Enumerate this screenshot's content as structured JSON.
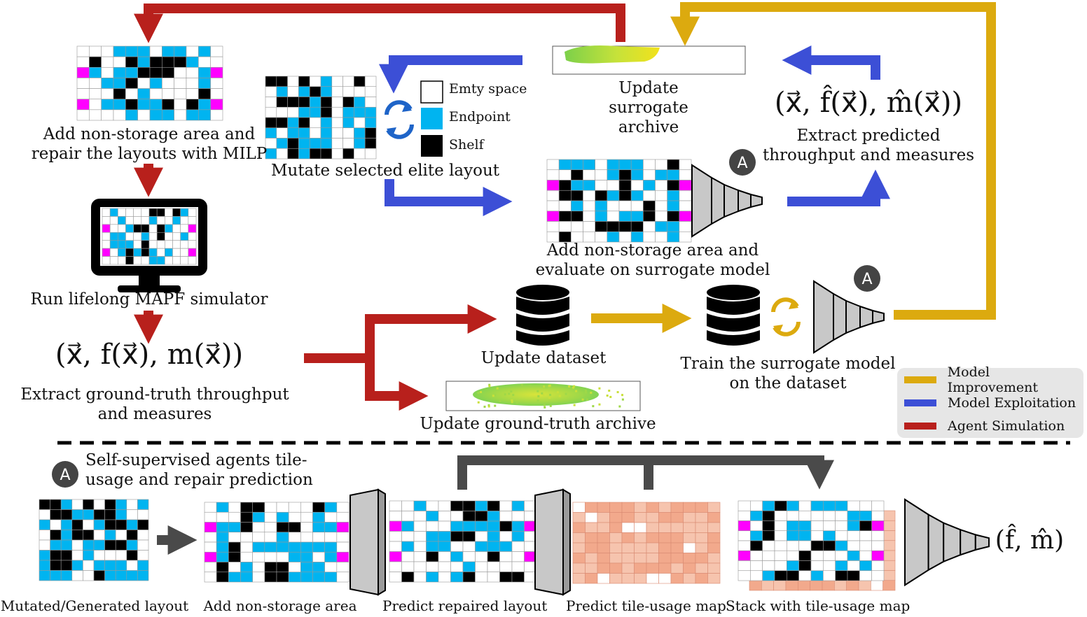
{
  "labels": {
    "repair_milp": [
      "Add non-storage area and",
      "repair the layouts with MILP"
    ],
    "run_sim": "Run lifelong MAPF simulator",
    "gt_formula": "(x⃗, f(x⃗), m(x⃗))",
    "extract_gt": [
      "Extract ground-truth throughput",
      "and measures"
    ],
    "mutate": "Mutate selected elite layout",
    "update_surrogate": [
      "Update",
      "surrogate",
      "archive"
    ],
    "pred_formula": "(x⃗, f̂(x⃗), m̂(x⃗))",
    "extract_pred": [
      "Extract predicted",
      "throughput and measures"
    ],
    "eval_surrogate": [
      "Add non-storage area and",
      "evaluate on surrogate model"
    ],
    "update_dataset": "Update dataset",
    "train_surrogate": [
      "Train the surrogate model",
      "on the dataset"
    ],
    "update_gt_archive": "Update ground-truth archive",
    "self_supervised": [
      "Self-supervised agents tile-",
      "usage and repair prediction"
    ],
    "bottom_steps": [
      "Mutated/Generated layout",
      "Add non-storage area",
      "Predict repaired layout",
      "Predict tile-usage map",
      "Stack with tile-usage map"
    ],
    "final_formula": "(f̂, m̂)",
    "badge": "A"
  },
  "tile_legend": [
    {
      "label": "Emty space",
      "color": "#ffffff"
    },
    {
      "label": "Endpoint",
      "color": "#00b4f0"
    },
    {
      "label": "Shelf",
      "color": "#000000"
    }
  ],
  "loop_legend": [
    {
      "label": "Model Improvement",
      "color": "#dcaa0f"
    },
    {
      "label": "Model Exploitation",
      "color": "#3c4fd6"
    },
    {
      "label": "Agent Simulation",
      "color": "#b8201c"
    }
  ],
  "colors": {
    "red": "#b8201c",
    "blue": "#3c4fd6",
    "gold": "#dcaa0f",
    "gray_arrow": "#4a4a4a",
    "endpoint": "#00b4f0",
    "shelf": "#000000",
    "magenta": "#ff00ff",
    "model_gray": "#c8c8c8",
    "tile_usage": "#f4b59c"
  }
}
